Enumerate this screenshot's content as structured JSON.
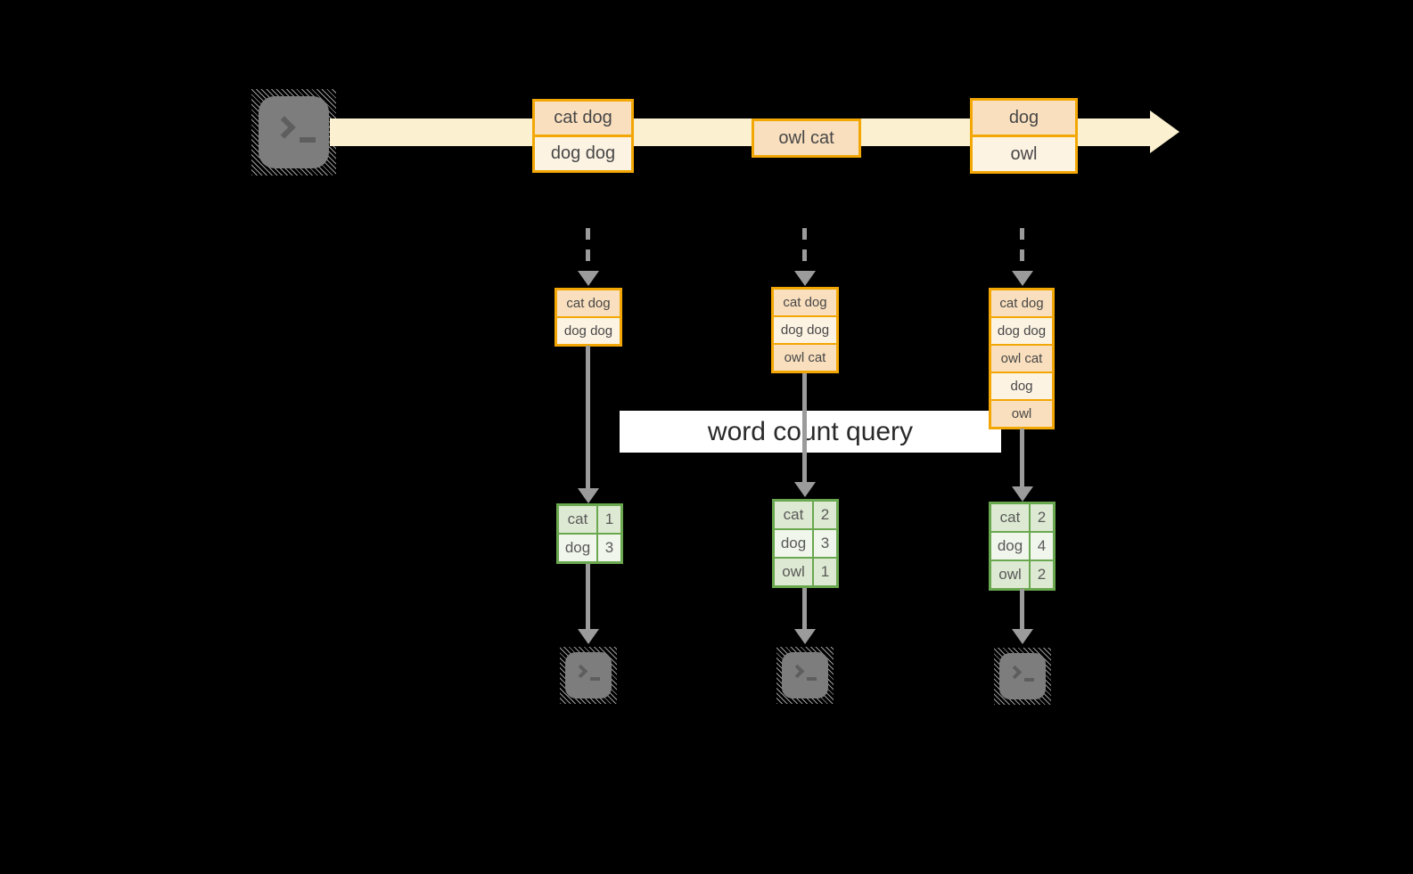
{
  "banner": {
    "label": "word count query"
  },
  "colors": {
    "background": "#000000",
    "stream_band": "#fbf1d0",
    "record_border": "#f2a704",
    "record_fill_dark": "#f9dfbe",
    "record_fill_light": "#fdf3e3",
    "table_border": "#6aa84f",
    "table_fill_dark": "#dde9d2",
    "table_fill_light": "#f1f6ec",
    "arrow_gray": "#9b9b9b",
    "terminal_gray": "#7d7d7d",
    "banner_bg": "#ffffff"
  },
  "stream": {
    "source_icon": "terminal",
    "batches": [
      {
        "records": [
          "cat dog",
          "dog dog"
        ]
      },
      {
        "records": [
          "owl cat"
        ]
      },
      {
        "records": [
          "dog",
          "owl"
        ]
      }
    ]
  },
  "snapshots": [
    {
      "records": [
        "cat dog",
        "dog dog"
      ],
      "counts": [
        {
          "word": "cat",
          "count": 1
        },
        {
          "word": "dog",
          "count": 3
        }
      ]
    },
    {
      "records": [
        "cat dog",
        "dog dog",
        "owl cat"
      ],
      "counts": [
        {
          "word": "cat",
          "count": 2
        },
        {
          "word": "dog",
          "count": 3
        },
        {
          "word": "owl",
          "count": 1
        }
      ]
    },
    {
      "records": [
        "cat dog",
        "dog dog",
        "owl cat",
        "dog",
        "owl"
      ],
      "counts": [
        {
          "word": "cat",
          "count": 2
        },
        {
          "word": "dog",
          "count": 4
        },
        {
          "word": "owl",
          "count": 2
        }
      ]
    }
  ]
}
